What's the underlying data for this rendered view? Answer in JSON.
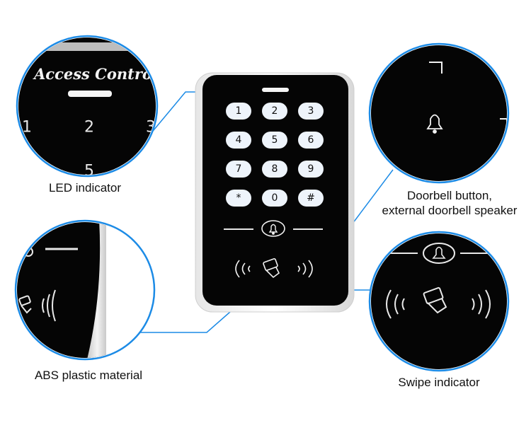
{
  "device": {
    "brand_text": "Access Control",
    "keys": [
      "1",
      "2",
      "3",
      "4",
      "5",
      "6",
      "7",
      "8",
      "9",
      "*",
      "0",
      "#"
    ],
    "doorbell_icon": "bell-icon",
    "swipe_icon": "card-swipe-icon"
  },
  "callouts": {
    "led": "LED indicator",
    "bell_line1": "Doorbell button,",
    "bell_line2": "external doorbell speaker",
    "abs": "ABS plastic material",
    "swipe": "Swipe indicator"
  },
  "colors": {
    "callout_line": "#1c8be6",
    "panel": "#050505",
    "key": "#eef4fb"
  }
}
